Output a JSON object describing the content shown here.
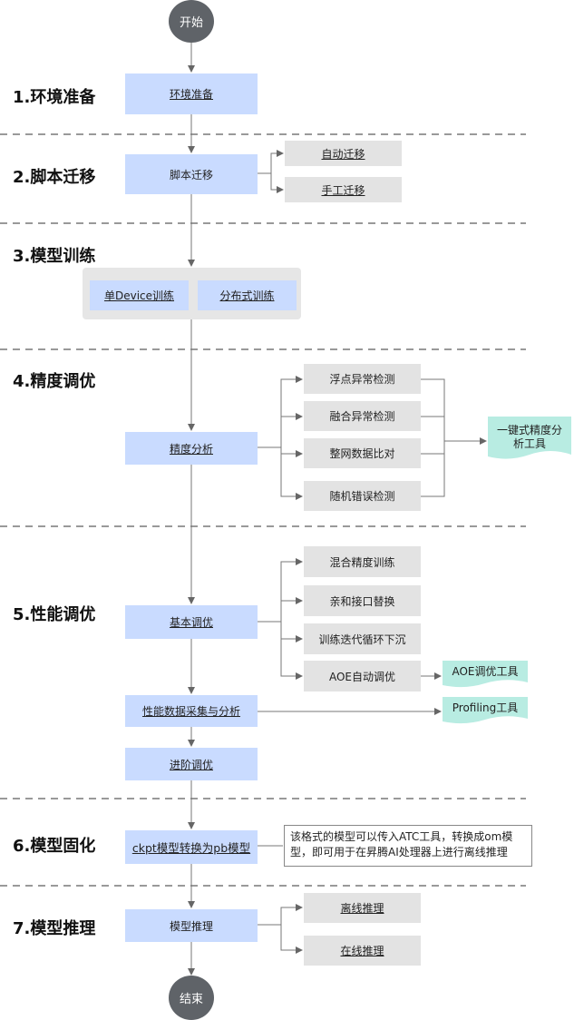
{
  "start": "开始",
  "end": "结束",
  "stages": {
    "s1": "1.环境准备",
    "s2": "2.脚本迁移",
    "s3": "3.模型训练",
    "s4": "4.精度调优",
    "s5": "5.性能调优",
    "s6": "6.模型固化",
    "s7": "7.模型推理"
  },
  "env": {
    "main": "环境准备"
  },
  "migrate": {
    "main": "脚本迁移",
    "auto": "自动迁移",
    "manual": "手工迁移"
  },
  "train": {
    "single": "单Device训练",
    "dist": "分布式训练"
  },
  "precision": {
    "main": "精度分析",
    "items": [
      "浮点异常检测",
      "融合异常检测",
      "整网数据比对",
      "随机错误检测"
    ],
    "tool": "一键式精度分析工具"
  },
  "perf": {
    "main": "基本调优",
    "items": [
      "混合精度训练",
      "亲和接口替换",
      "训练迭代循环下沉",
      "AOE自动调优"
    ],
    "aoe_tool": "AOE调优工具",
    "collect": "性能数据采集与分析",
    "profiling_tool": "Profiling工具",
    "advanced": "进阶调优"
  },
  "freeze": {
    "main": "ckpt模型转换为pb模型",
    "note": "该格式的模型可以传入ATC工具，转换成om模型，即可用于在昇腾AI处理器上进行离线推理"
  },
  "infer": {
    "main": "模型推理",
    "offline": "离线推理",
    "online": "在线推理"
  }
}
